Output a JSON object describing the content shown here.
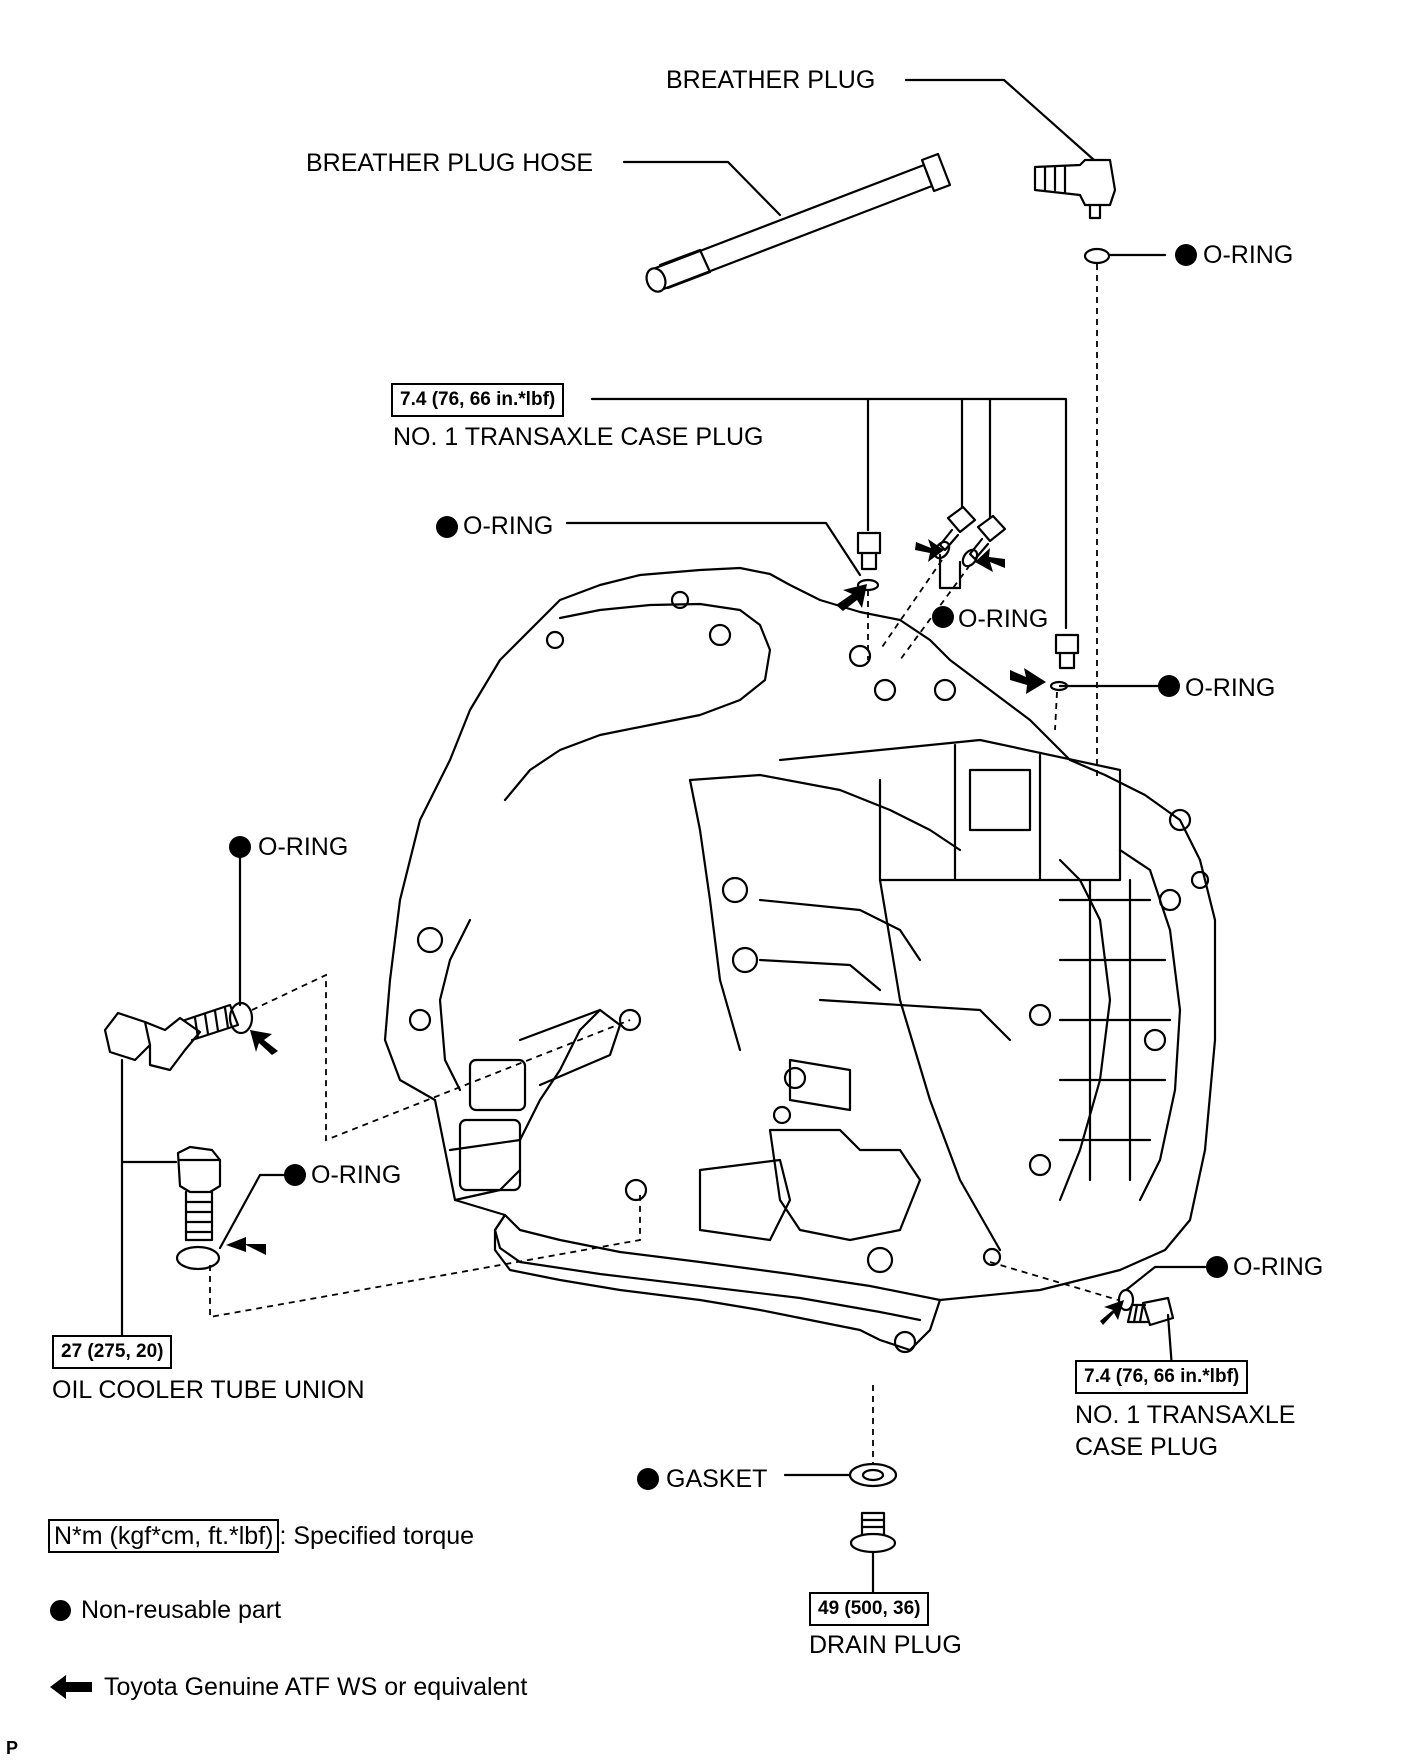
{
  "labels": {
    "breather_plug": "BREATHER PLUG",
    "breather_plug_hose": "BREATHER PLUG HOSE",
    "o_ring": "O-RING",
    "no1_transaxle_case_plug": "NO. 1 TRANSAXLE CASE PLUG",
    "no1_transaxle_line1": "NO. 1 TRANSAXLE",
    "no1_transaxle_line2": "CASE PLUG",
    "oil_cooler_tube_union": "OIL COOLER TUBE UNION",
    "gasket": "GASKET",
    "drain_plug": "DRAIN PLUG"
  },
  "torques": {
    "case_plug_top": "7.4 (76, 66 in.*lbf)",
    "case_plug_right": "7.4 (76, 66 in.*lbf)",
    "oil_cooler_union": "27 (275, 20)",
    "drain_plug": "49 (500, 36)"
  },
  "legend": {
    "torque_box": "N*m (kgf*cm, ft.*lbf)",
    "torque_desc": ": Specified torque",
    "non_reusable": "Non-reusable part",
    "atf": "Toyota Genuine ATF WS or equivalent"
  },
  "corner_mark": "P",
  "colors": {
    "ink": "#000000",
    "paper": "#ffffff"
  },
  "icons": {
    "non_reusable": "filled-circle",
    "atf": "left-arrow"
  }
}
